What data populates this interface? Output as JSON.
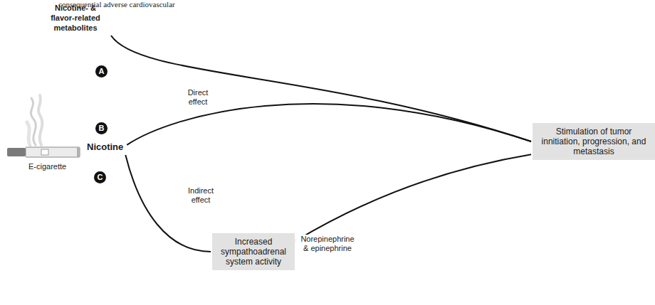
{
  "diagram": {
    "nodes": [
      {
        "text": [
          "Nicotine- & flavor-related metabolites"
        ]
      },
      {
        "text": [
          "Nicotine"
        ]
      },
      {
        "text": [
          "Increased sympathoadrenal system activity"
        ]
      },
      {
        "text": [
          "Stimulation of tumor innitiation, progression, and metastasis"
        ]
      }
    ],
    "edges": [
      {
        "from": 0,
        "to": 3,
        "arrow": "none"
      },
      {
        "from": 1,
        "to": 3,
        "arrow": "none"
      },
      {
        "from": 1,
        "to": 2,
        "arrow": "none"
      },
      {
        "from": 2,
        "to": 3,
        "label": "Norepinephrine & epinephrine",
        "arrow": "none"
      }
    ],
    "labels": [
      "consequential adverse cardiovascular",
      "A",
      "Direct effect",
      "B",
      "C",
      "Indirect effect",
      "E-cigarette"
    ]
  }
}
